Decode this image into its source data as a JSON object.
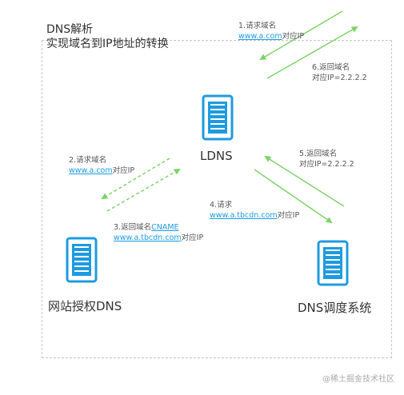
{
  "title": {
    "line1": "DNS解析",
    "line2": "实现域名到IP地址的转换"
  },
  "nodes": {
    "ldns": "LDNS",
    "authoritative": "网站授权DNS",
    "scheduler": "DNS调度系统"
  },
  "steps": {
    "s1": {
      "label": "1.请求域名",
      "link": "www.a.com",
      "suffix": "对应IP"
    },
    "s6": {
      "label": "6.返回域名",
      "text": "对应IP=2.2.2.2"
    },
    "s2": {
      "label": "2.请求域名",
      "link": "www.a.com",
      "suffix": "对应IP"
    },
    "s3": {
      "label": "3.返回域名",
      "label_link": "CNAME",
      "link": "www.a.tbcdn.com",
      "suffix": "对应IP"
    },
    "s4": {
      "label": "4.请求",
      "link": "www.a.tbcdn.com",
      "suffix": "对应IP"
    },
    "s5": {
      "label": "5.返回域名",
      "text": "对应IP=2.2.2.2"
    }
  },
  "watermark": "@稀土掘金技术社区",
  "colors": {
    "server": "#1e9be0",
    "arrow": "#7ed36a",
    "link": "#1e9be0"
  }
}
